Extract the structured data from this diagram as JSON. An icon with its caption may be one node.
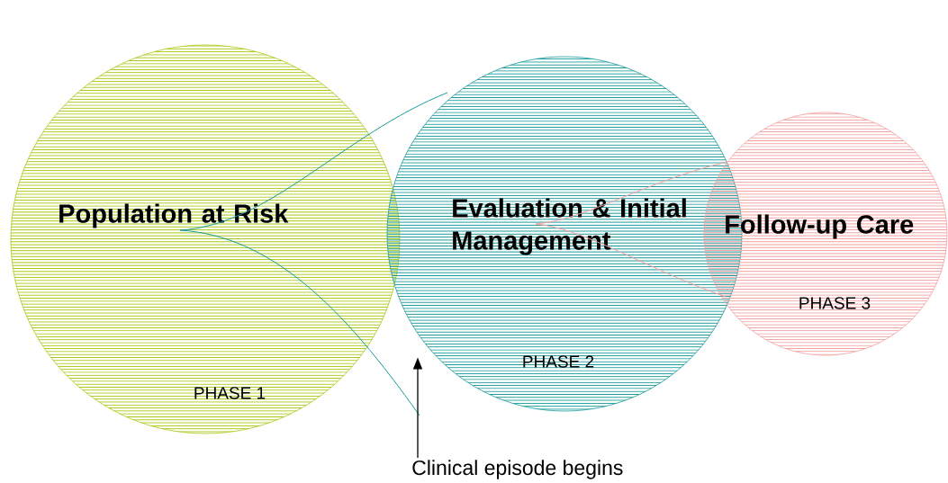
{
  "diagram": {
    "nodes": [
      {
        "text": [
          "Population at Risk",
          "PHASE 1"
        ]
      },
      {
        "text": [
          "Evaluation & Initial Management",
          "PHASE 2"
        ]
      },
      {
        "text": [
          "Follow-up Care",
          "PHASE 3"
        ]
      },
      {
        "text": [
          "Clinical episode begins"
        ]
      }
    ],
    "edges": [
      {
        "from": 3,
        "to": 1,
        "arrow": "to"
      }
    ]
  }
}
